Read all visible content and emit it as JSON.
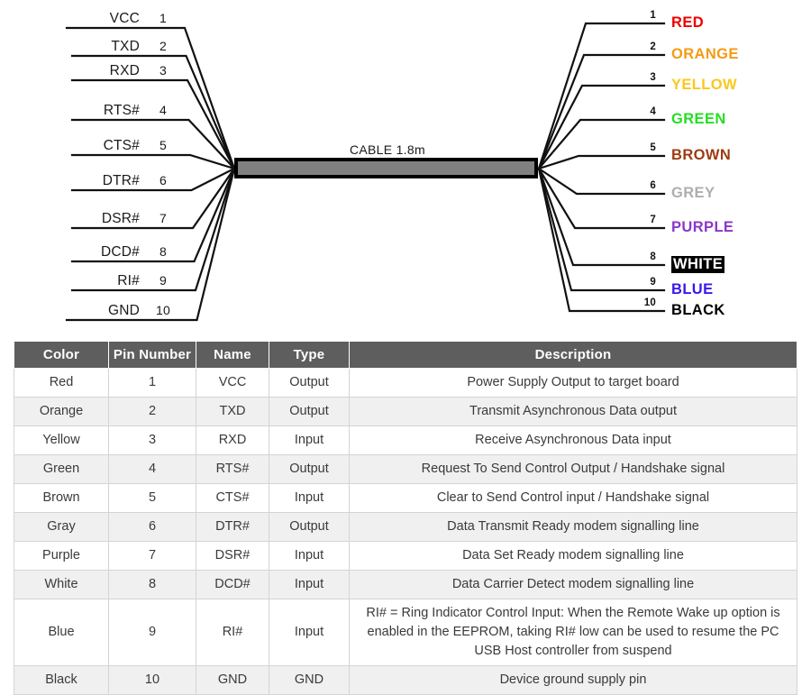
{
  "diagram": {
    "cable_label": "CABLE 1.8m",
    "cable_color": "#808080",
    "left_pins": [
      {
        "name": "VCC",
        "pin": "1"
      },
      {
        "name": "TXD",
        "pin": "2"
      },
      {
        "name": "RXD",
        "pin": "3"
      },
      {
        "name": "RTS#",
        "pin": "4"
      },
      {
        "name": "CTS#",
        "pin": "5"
      },
      {
        "name": "DTR#",
        "pin": "6"
      },
      {
        "name": "DSR#",
        "pin": "7"
      },
      {
        "name": "DCD#",
        "pin": "8"
      },
      {
        "name": "RI#",
        "pin": "9"
      },
      {
        "name": "GND",
        "pin": "10"
      }
    ],
    "right_pins": [
      {
        "pin": "1",
        "label": "RED",
        "color": "#ee0000",
        "boxed": false
      },
      {
        "pin": "2",
        "label": "ORANGE",
        "color": "#f49b15",
        "boxed": false
      },
      {
        "pin": "3",
        "label": "YELLOW",
        "color": "#fac81e",
        "boxed": false
      },
      {
        "pin": "4",
        "label": "GREEN",
        "color": "#25dd25",
        "boxed": false
      },
      {
        "pin": "5",
        "label": "BROWN",
        "color": "#9c3c12",
        "boxed": false
      },
      {
        "pin": "6",
        "label": "GREY",
        "color": "#aeaeae",
        "boxed": false
      },
      {
        "pin": "7",
        "label": "PURPLE",
        "color": "#8a37c9",
        "boxed": false
      },
      {
        "pin": "8",
        "label": "WHITE",
        "color": "#ffffff",
        "boxed": true
      },
      {
        "pin": "9",
        "label": "BLUE",
        "color": "#3a16ee",
        "boxed": false
      },
      {
        "pin": "10",
        "label": "BLACK",
        "color": "#000000",
        "boxed": false
      }
    ]
  },
  "table": {
    "headers": [
      "Color",
      "Pin Number",
      "Name",
      "Type",
      "Description"
    ],
    "rows": [
      {
        "color": "Red",
        "pin": "1",
        "name": "VCC",
        "type": "Output",
        "description": "Power Supply Output to target board"
      },
      {
        "color": "Orange",
        "pin": "2",
        "name": "TXD",
        "type": "Output",
        "description": "Transmit Asynchronous Data output"
      },
      {
        "color": "Yellow",
        "pin": "3",
        "name": "RXD",
        "type": "Input",
        "description": "Receive Asynchronous Data input"
      },
      {
        "color": "Green",
        "pin": "4",
        "name": "RTS#",
        "type": "Output",
        "description": "Request To Send Control Output / Handshake signal"
      },
      {
        "color": "Brown",
        "pin": "5",
        "name": "CTS#",
        "type": "Input",
        "description": "Clear to Send Control input / Handshake signal"
      },
      {
        "color": "Gray",
        "pin": "6",
        "name": "DTR#",
        "type": "Output",
        "description": "Data Transmit Ready modem signalling line"
      },
      {
        "color": "Purple",
        "pin": "7",
        "name": "DSR#",
        "type": "Input",
        "description": "Data Set Ready modem signalling line"
      },
      {
        "color": "White",
        "pin": "8",
        "name": "DCD#",
        "type": "Input",
        "description": "Data Carrier Detect modem signalling line"
      },
      {
        "color": "Blue",
        "pin": "9",
        "name": "RI#",
        "type": "Input",
        "description": "RI# = Ring Indicator Control Input: When the Remote Wake up option is enabled in the EEPROM, taking RI# low can be used to resume the PC USB Host controller from suspend"
      },
      {
        "color": "Black",
        "pin": "10",
        "name": "GND",
        "type": "GND",
        "description": "Device ground supply pin"
      }
    ]
  }
}
